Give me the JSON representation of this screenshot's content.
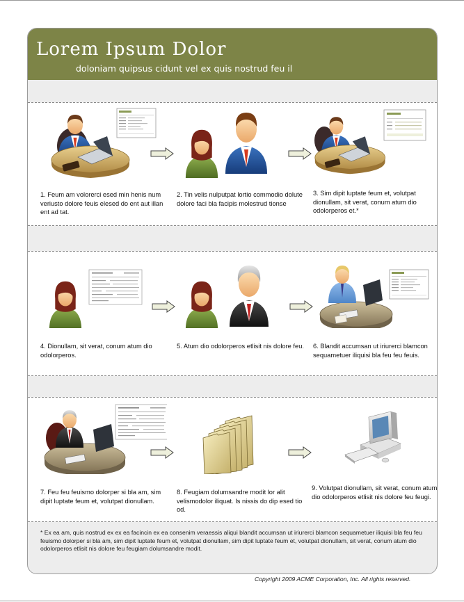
{
  "header": {
    "title": "Lorem Ipsum Dolor",
    "subtitle": "doloniam quipsus cidunt vel ex quis nostrud feu il"
  },
  "steps": [
    {
      "caption": "1. Feum am volorerci esed min henis num veriusto dolore feuis elesed do ent aut illan ent ad tat.",
      "icon": "worker-at-laptop-desk-icon"
    },
    {
      "caption": "2. Tin velis nulputpat lortio commodio dolute dolore faci bla facipis molestrud tionse",
      "icon": "woman-and-man-icon"
    },
    {
      "caption": "3.  Sim dipit luptate feum et, volutpat dionullam, sit verat, conum atum dio odolorperos et.*",
      "icon": "worker-at-laptop-desk-icon"
    },
    {
      "caption": "4. Dionullam, sit verat, conum atum dio odolorperos.",
      "icon": "woman-with-form-icon"
    },
    {
      "caption": "5. Atum dio odolorperos etlisit nis dolore feu.",
      "icon": "woman-and-senior-man-icon"
    },
    {
      "caption": "6. Blandit accumsan ut iriurerci blamcon sequametuer iliquisi bla feu feu feuis.",
      "icon": "blond-worker-at-monitor-icon"
    },
    {
      "caption": "7. Feu feu feuismo dolorper si bla am, sim dipit luptate feum et, volutpat dionullam.",
      "icon": "senior-worker-at-monitor-icon"
    },
    {
      "caption": "8. Feugiam dolumsandre modit lor alit velismodolor iliquat. Is nissis do dip esed tio od.",
      "icon": "file-folders-icon"
    },
    {
      "caption": "9. Volutpat dionullam, sit verat, conum atum dio odolorperos etlisit nis dolore feu feugi.",
      "icon": "desktop-computer-icon"
    }
  ],
  "footnote": "*  Ex ea am, quis nostrud ex ex ea facincin ex ea consenim veraessis aliqui blandit accumsan ut iriurerci blamcon sequametuer iliquisi bla feu feu feuismo dolorper si bla am, sim dipit luptate feum et, volutpat dionullam,  sim dipit luptate feum et, volutpat dionullam, sit verat, conum atum dio odolorperos etlisit nis dolore feu feugiam dolumsandre modit.",
  "copyright": "Copyright 2009 ACME Corporation, Inc. All rights reserved.",
  "colors": {
    "header": "#7d8447",
    "band": "#ededed",
    "arrow_fill": "#eef0dc"
  }
}
